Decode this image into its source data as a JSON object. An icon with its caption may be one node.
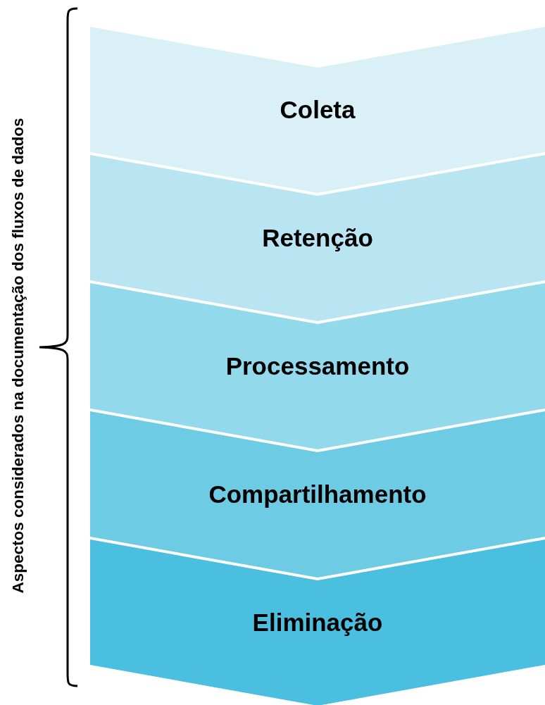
{
  "diagram": {
    "nodes": [
      {
        "text": [
          "Coleta"
        ]
      },
      {
        "text": [
          "Retenção"
        ]
      },
      {
        "text": [
          "Processamento"
        ]
      },
      {
        "text": [
          "Compartilhamento"
        ]
      },
      {
        "text": [
          "Eliminação"
        ]
      }
    ],
    "labels": [
      "Aspectos considerados na documentação dos fluxos de dados"
    ]
  }
}
